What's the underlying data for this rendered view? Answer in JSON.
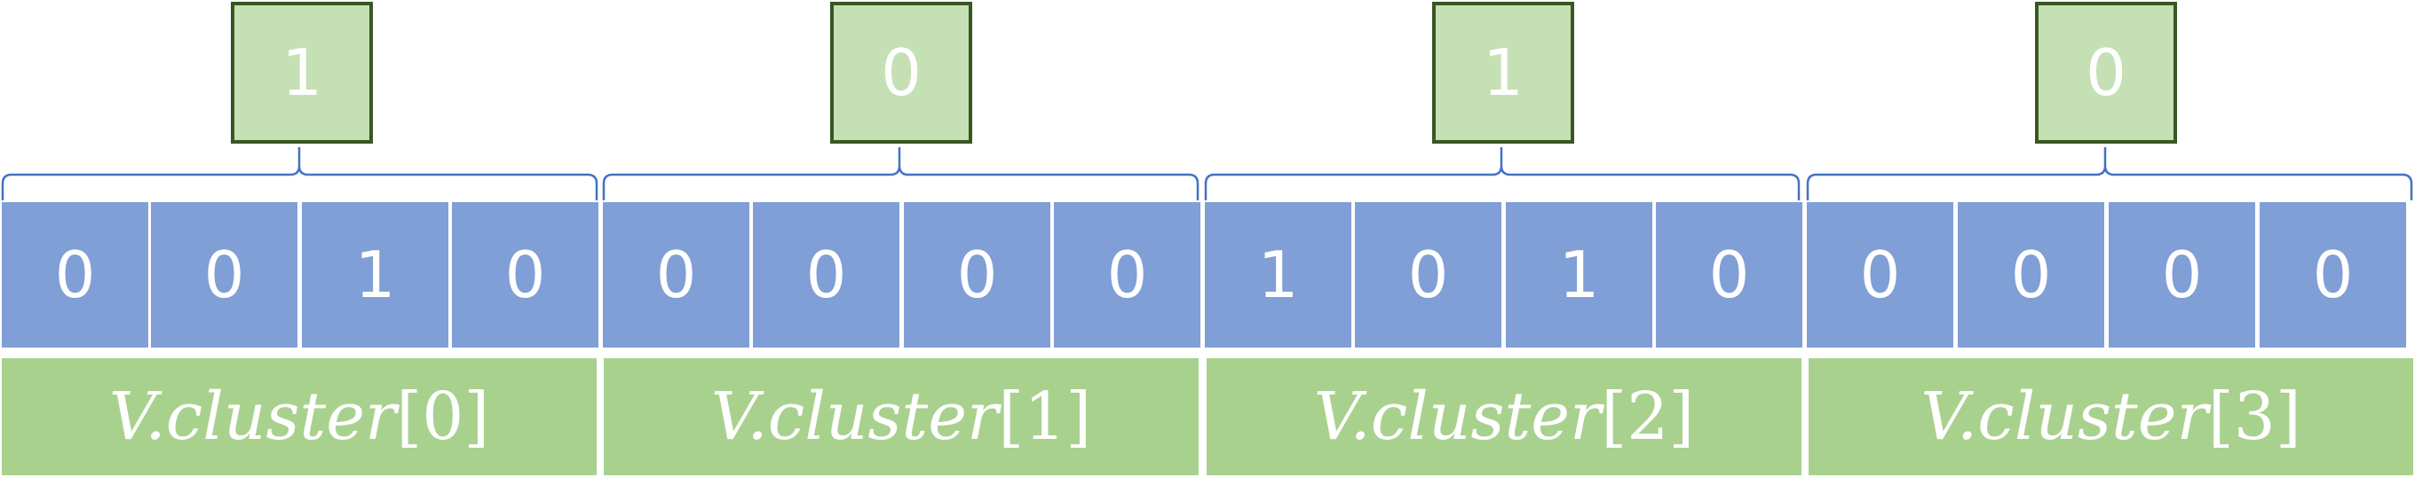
{
  "summary_bits": [
    "1",
    "0",
    "1",
    "0"
  ],
  "bits": [
    "0",
    "0",
    "1",
    "0",
    "0",
    "0",
    "0",
    "0",
    "1",
    "0",
    "1",
    "0",
    "0",
    "0",
    "0",
    "0"
  ],
  "clusters": [
    {
      "name": "V.cluster",
      "index": "[0]"
    },
    {
      "name": "V.cluster",
      "index": "[1]"
    },
    {
      "name": "V.cluster",
      "index": "[2]"
    },
    {
      "name": "V.cluster",
      "index": "[3]"
    }
  ],
  "colors": {
    "summary_fill": "#c5e0b4",
    "summary_border": "#385723",
    "bit_fill": "#7f9fd6",
    "cluster_fill": "#a9d18e",
    "brace": "#4472c4",
    "text": "#ffffff"
  }
}
